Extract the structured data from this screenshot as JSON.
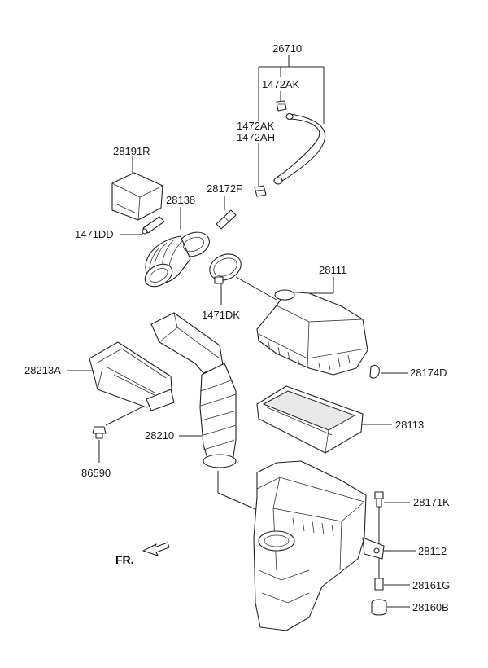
{
  "diagram": {
    "labels": {
      "p26710": "26710",
      "p1472AK_top": "1472AK",
      "p1472AK_mid": "1472AK",
      "p1472AH": "1472AH",
      "p28191R": "28191R",
      "p28172F": "28172F",
      "p28138": "28138",
      "p1471DD": "1471DD",
      "p28111": "28111",
      "p1471DK": "1471DK",
      "p28174D": "28174D",
      "p28213A": "28213A",
      "p28113": "28113",
      "p28210": "28210",
      "p86590": "86590",
      "p28171K": "28171K",
      "p28112": "28112",
      "p28161G": "28161G",
      "p28160B": "28160B"
    },
    "direction_label": "FR."
  }
}
